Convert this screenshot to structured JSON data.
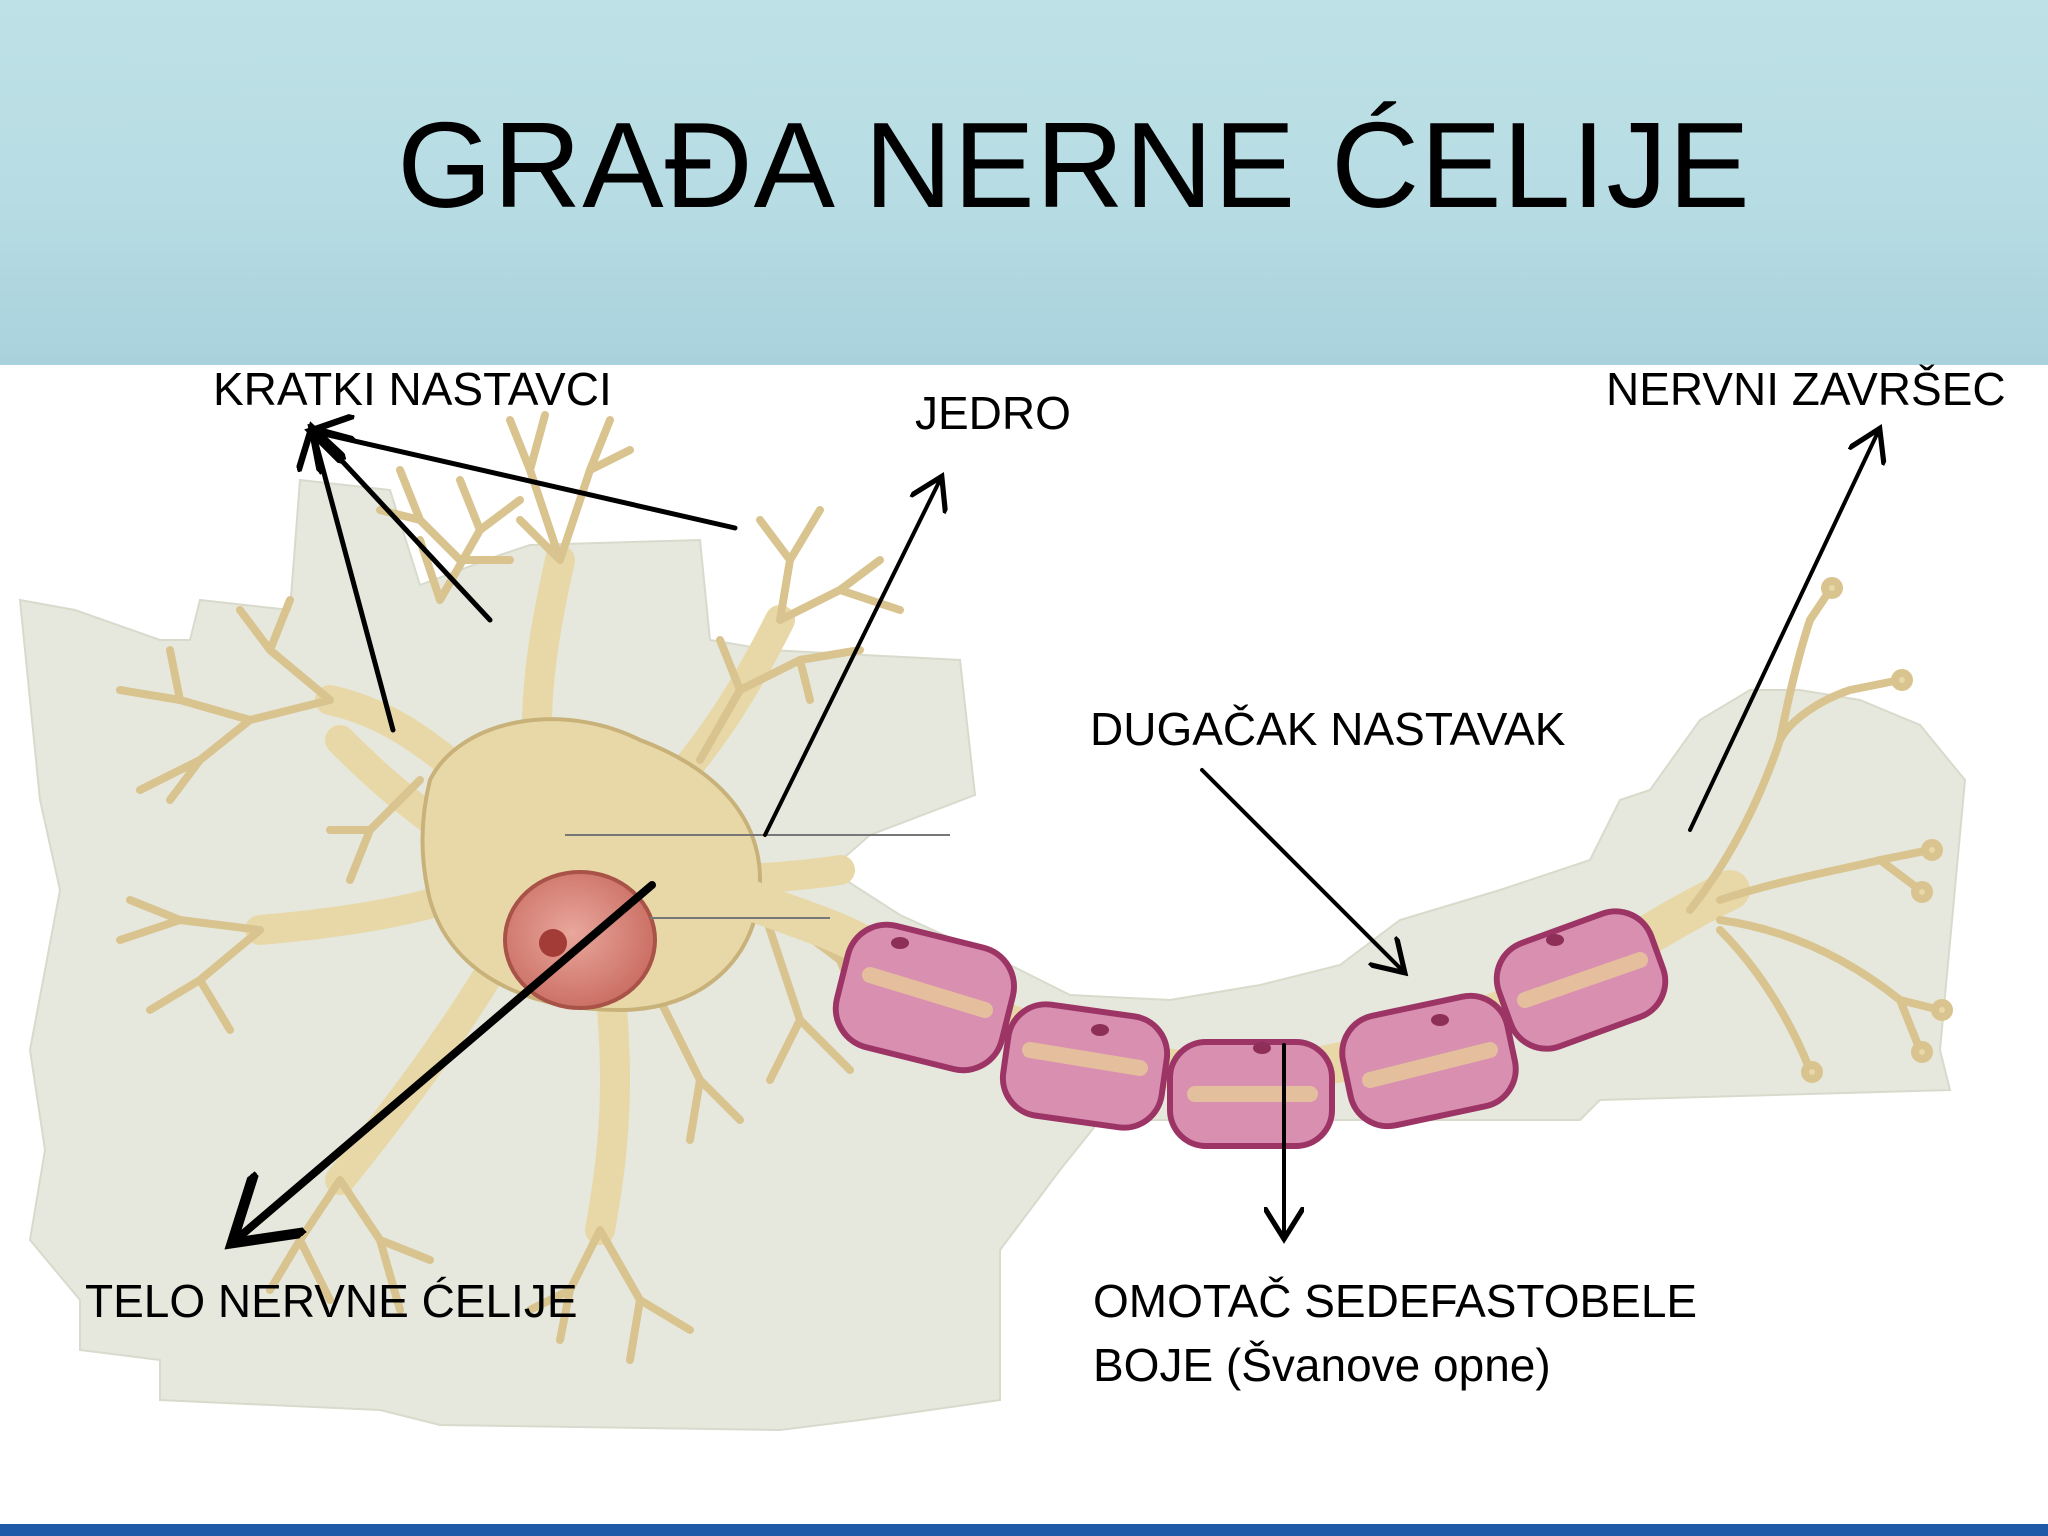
{
  "slide": {
    "title": "GRAĐA NERNE ĆELIJE"
  },
  "labels": {
    "kratki": "KRATKI NASTAVCI",
    "jedro": "JEDRO",
    "nervni": "NERVNI ZAVRŠEC",
    "dugacak": "DUGAČAK NASTAVAK",
    "telo": "TELO NERVNE ĆELIJE",
    "omotac_line1": "OMOTAČ SEDEFASTOBELE",
    "omotac_line2": "BOJE (Švanove opne)"
  },
  "colors": {
    "header": "#bde1e6",
    "background_patch": "#e6e8dd",
    "neuron": "#e8d8a8",
    "neuron_outline": "#c9b27a",
    "nucleus": "#d9897f",
    "myelin": "#d98fb0",
    "myelin_outline": "#9c3566",
    "bottom_bar": "#1e5aa8"
  }
}
